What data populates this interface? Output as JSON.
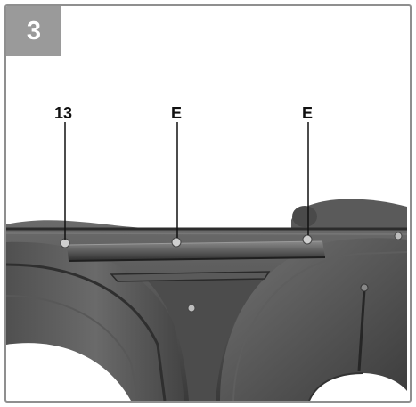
{
  "figure": {
    "number": "3"
  },
  "callouts": [
    {
      "id": "13",
      "label": "13"
    },
    {
      "id": "e1",
      "label": "E"
    },
    {
      "id": "e2",
      "label": "E"
    }
  ],
  "colors": {
    "frame_border": "#8f8f8f",
    "badge_bg": "#9a9a9a",
    "metal_dark": "#3f3f3f",
    "metal_mid": "#5a5a5a",
    "metal_light": "#7a7a7a"
  }
}
